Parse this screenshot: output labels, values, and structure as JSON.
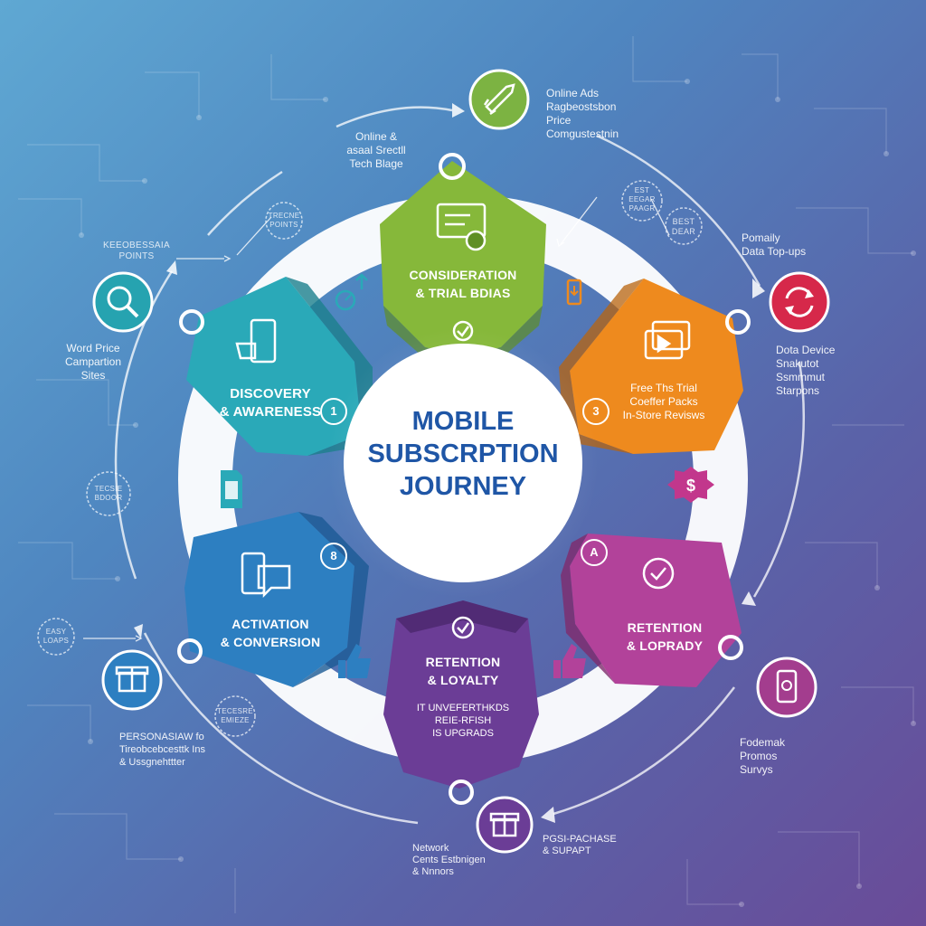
{
  "title": "MOBILE\nSUBSCRPTION\nJOURNEY",
  "colors": {
    "discovery": "#2aa9b8",
    "consideration": "#86b83a",
    "offer": "#ee8a1e",
    "retention_right": "#b2429a",
    "retention_bottom": "#6b3d96",
    "activation": "#2d7fc1",
    "title": "#1f56a6",
    "ring": "#ffffff"
  },
  "segments": {
    "discovery": {
      "label": "DISCOVERY\n& AWARENESS",
      "badge": "1"
    },
    "consideration": {
      "label": "CONSIDERATION\n& TRIAL BDIAS"
    },
    "offer": {
      "sub": "Free Ths Trial\nCoeffer Packs\nIn-Store Revisws",
      "badge": "3"
    },
    "retention_right": {
      "label": "RETENTION\n& LOPRADY",
      "badge": "A"
    },
    "retention_bottom": {
      "label": "RETENTION\n& LOYALTY",
      "sub": "IT UNVEFERTHKDS\nREIE-RFISH\nIS UPGRADS"
    },
    "activation": {
      "label": "ACTIVATION\n& CONVERSION",
      "badge": "8"
    }
  },
  "annotations": {
    "top_right": "Online Ads\nRagbeostsbon\nPrice\nComgustestnin",
    "top_left": "Online &\nasaal Srectll\nTech Blage",
    "touch_left": "KEEOBESSAIA\nPOINTS",
    "tag_left": "TRECNE\nPOINTS",
    "tag_right_top": "EST\nEEGAR\nPAAGR",
    "best_right": "BEST\nDEAR",
    "popular_right": "Pomaily\nData Top-ups",
    "word_price": "Word Price\nCampartion\nSites",
    "device_right": "Dota Device\nSnakutot\nSsmmmut\nStarpons",
    "tag_left_mid": "TECSIE\nBDOOR",
    "easy_left": "EASY\nLOAPS",
    "tag_left_low": "TECESRE\nEMIEZE",
    "personal": "PERSONASIAW fo\nTireobcebcesttk Ins\n& Ussgnehttter",
    "feedback": "Fodemak\nPromos\nSurvys",
    "network": "Network\nCents Estbnigen\n& Nnnors",
    "post_purchase": "PGSI-PACHASE\n& SUPAPT"
  },
  "icons": {
    "rocket": "rocket-icon",
    "search": "search-icon",
    "refresh": "refresh-icon",
    "gift": "gift-icon",
    "phone": "phone-icon",
    "dollar": "dollar-icon",
    "sim": "sim-card-icon",
    "thumbs": "thumbs-up-icon",
    "check": "check-icon",
    "chat": "chat-icon",
    "video": "video-card-icon",
    "document": "document-icon",
    "stopwatch": "stopwatch-icon"
  }
}
